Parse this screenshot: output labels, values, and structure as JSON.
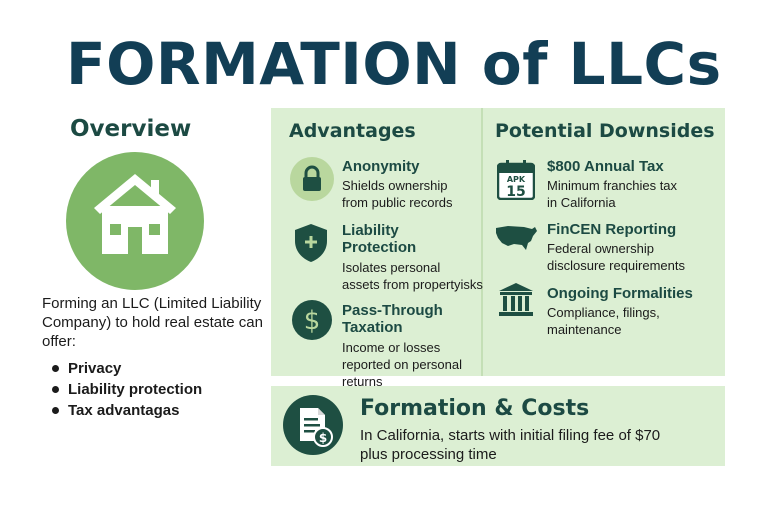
{
  "title": "FORMATION of LLCs",
  "overview": {
    "heading": "Overview",
    "text": "Forming an LLC (Limited Liability Company) to hold real estate can offer:",
    "benefits": [
      "Privacy",
      "Liability protection",
      "Tax advantagas"
    ]
  },
  "advantages": {
    "heading": "Advantages",
    "items": [
      {
        "icon": "lock-icon",
        "title": "Anonymity",
        "desc": [
          "Shields ownership",
          "from public records"
        ]
      },
      {
        "icon": "shield-icon",
        "title": [
          "Liability",
          "Protection"
        ],
        "desc": [
          "Isolates personal",
          "assets from propertyisks"
        ]
      },
      {
        "icon": "dollar-icon",
        "title": [
          "Pass-Through",
          "Taxation"
        ],
        "desc": [
          "Income or losses",
          "reported on personal",
          "returns"
        ]
      }
    ]
  },
  "downsides": {
    "heading": "Potential Downsides",
    "items": [
      {
        "icon": "calendar-icon",
        "calendar_month": "APK",
        "calendar_day": "15",
        "title": "$800 Annual Tax",
        "desc": [
          "Minimum franchies tax",
          "in California"
        ]
      },
      {
        "icon": "us-map-icon",
        "title": "FinCEN Reporting",
        "desc": [
          "Federal ownership",
          "disclosure requirements"
        ]
      },
      {
        "icon": "courthouse-icon",
        "title": "Ongoing Formalities",
        "desc": [
          "Compliance, filings,",
          "maintenance"
        ]
      }
    ]
  },
  "costs": {
    "title": "Formation & Costs",
    "text": "In California, starts with initial filing fee of $70 plus processing time"
  },
  "colors": {
    "title": "#123e55",
    "heading": "#1c4a43",
    "panel": "#dcefd3",
    "house_circle": "#7fb767",
    "icon_dark": "#1e4f42"
  }
}
